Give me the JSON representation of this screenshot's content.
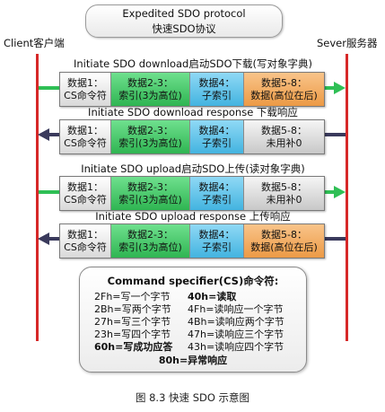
{
  "header": {
    "title_en": "Expedited SDO protocol",
    "title_cn": "快速SDO协议"
  },
  "client_label": "Client客户端",
  "server_label": "Sever服务器",
  "messages": [
    {
      "label": "Initiate SDO download启动SDO下载(写对象字典)",
      "direction": "right",
      "c1a": "数据1：",
      "c1b": "CS命令符",
      "c2a": "数据2-3：",
      "c2b": "索引(3为高位)",
      "c3a": "数据4：",
      "c3b": "子索引",
      "c4a": "数据5-8：",
      "c4b": "数据(高位在后)"
    },
    {
      "label": "Initiate SDO download response 下载响应",
      "direction": "left",
      "c1a": "数据1：",
      "c1b": "CS命令符",
      "c2a": "数据2-3：",
      "c2b": "索引(3为高位)",
      "c3a": "数据4：",
      "c3b": "子索引",
      "c4a": "数据5-8：",
      "c4b": "未用补0"
    },
    {
      "label": "Initiate SDO upload启动SDO上传(读对象字典)",
      "direction": "right",
      "c1a": "数据1：",
      "c1b": "CS命令符",
      "c2a": "数据2-3：",
      "c2b": "索引(3为高位)",
      "c3a": "数据4：",
      "c3b": "子索引",
      "c4a": "数据5-8：",
      "c4b": "未用补0"
    },
    {
      "label": "Initiate SDO upload response 上传响应",
      "direction": "left",
      "c1a": "数据1：",
      "c1b": "CS命令符",
      "c2a": "数据2-3：",
      "c2b": "索引(3为高位)",
      "c3a": "数据4：",
      "c3b": "子索引",
      "c4a": "数据5-8：",
      "c4b": "数据(高位在后)"
    }
  ],
  "spec": {
    "title": "Command specifier(CS)命令符:",
    "left": [
      "2Fh=写一个字节",
      "2Bh=写两个字节",
      "27h=写三个字节",
      "23h=写四个字节",
      "60h=写成功应答"
    ],
    "right": [
      "40h=读取",
      "4Fh=读响应一个字节",
      "4Bh=读响应两个字节",
      "47h=读响应三个字节",
      "43h=读响应四个字节"
    ],
    "bottom": "80h=异常响应"
  },
  "caption": "图 8.3 快速 SDO 示意图",
  "colors": {
    "line_red": "#d62828",
    "arrow_green": "#2fbf55",
    "arrow_dark": "#3a3a5c",
    "green": "#2fb552",
    "blue": "#43b4e0",
    "orange": "#ec9a45"
  }
}
